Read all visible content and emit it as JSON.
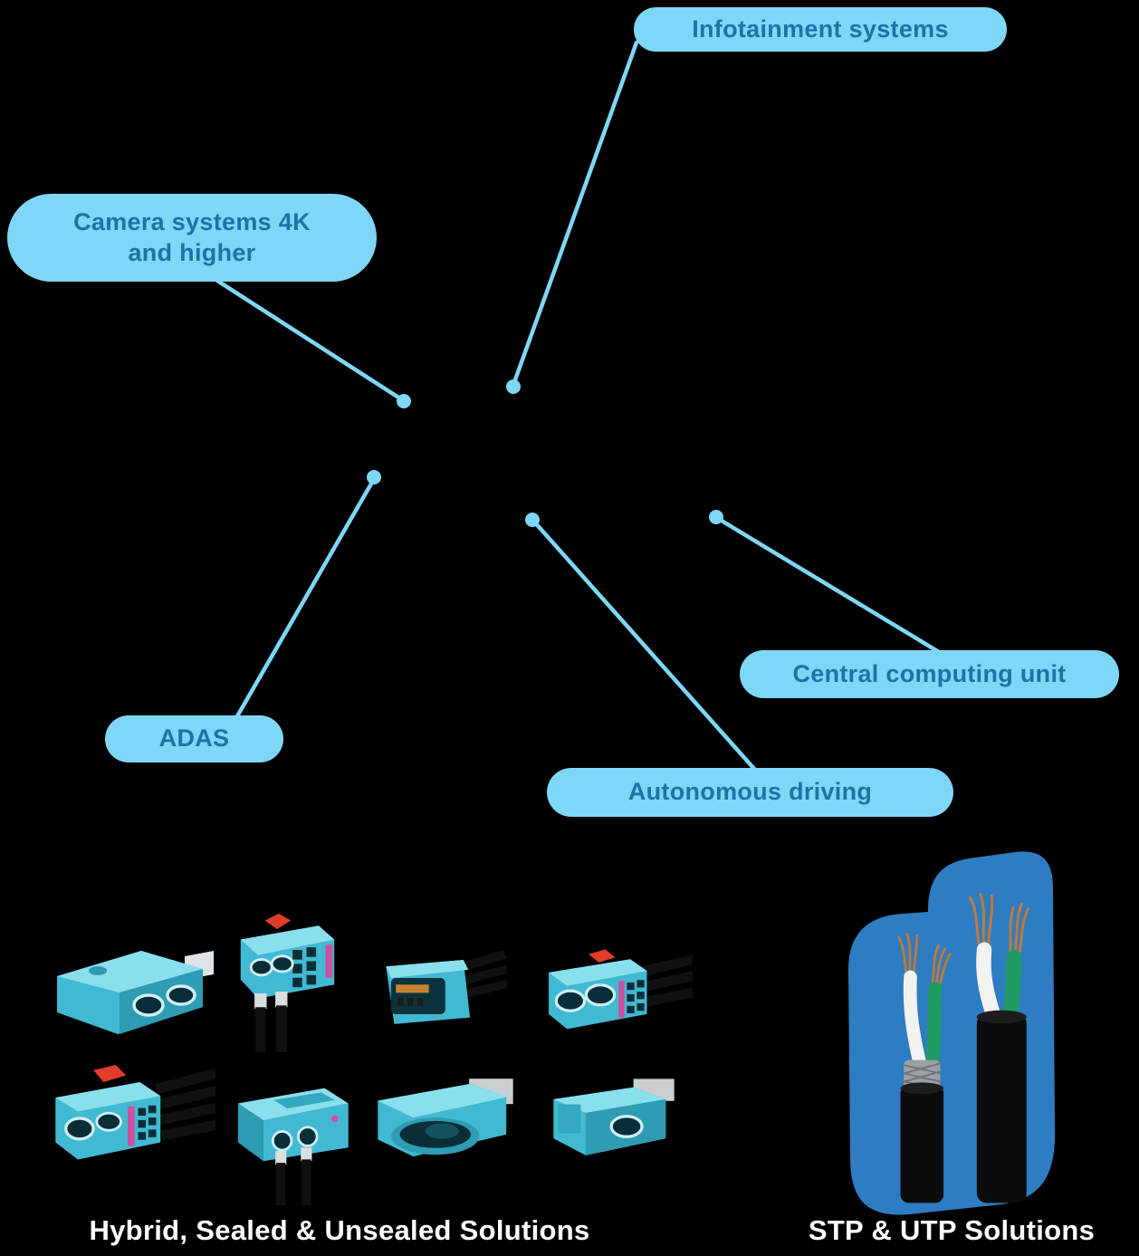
{
  "callouts": {
    "infotainment": {
      "label": "Infotainment systems"
    },
    "camera": {
      "line1": "Camera systems 4K",
      "line2": "and higher"
    },
    "adas": {
      "label": "ADAS"
    },
    "central_computing": {
      "label": "Central computing unit"
    },
    "autonomous": {
      "label": "Autonomous driving"
    }
  },
  "product_groups": {
    "hybrid": {
      "caption": "Hybrid, Sealed & Unsealed Solutions"
    },
    "cables": {
      "caption": "STP & UTP Solutions"
    }
  },
  "colors": {
    "background": "#000000",
    "pill_bg": "#7ed7f7",
    "pill_text": "#1d73a8",
    "line": "#7ed7f7",
    "blob": "#2e7cc1",
    "connector_teal": "#41b9d2",
    "caption_text": "#ffffff"
  }
}
